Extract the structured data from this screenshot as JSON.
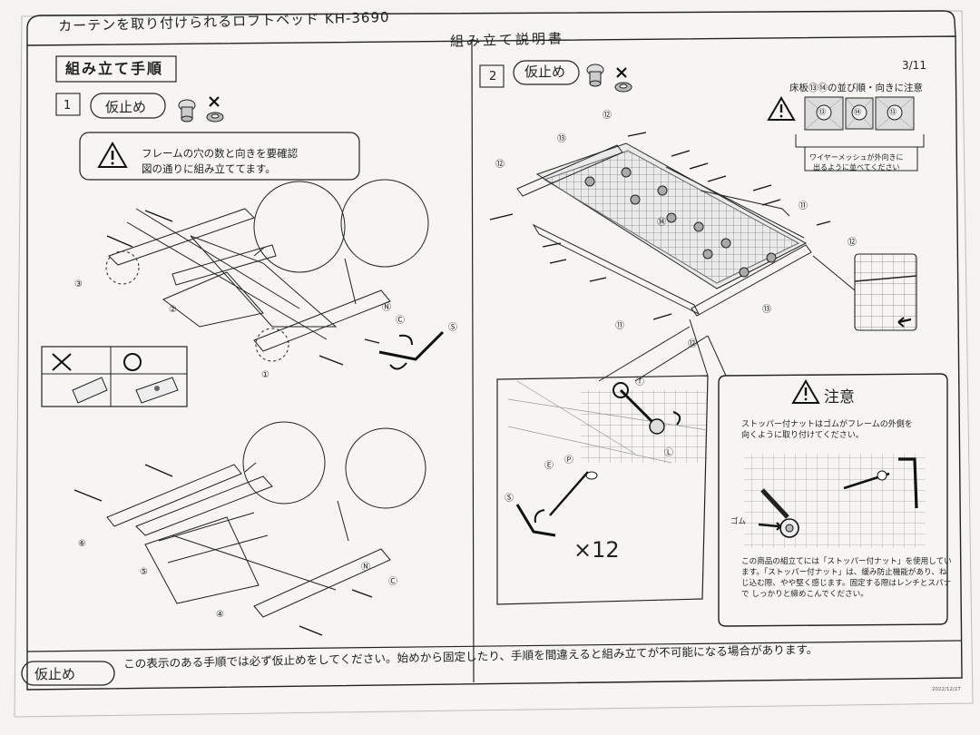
{
  "header": {
    "title": "カーテンを取り付けられるロフトベッド KH-3690",
    "doc_type": "組み立て説明書",
    "page": "3/11"
  },
  "section": {
    "heading": "組み立て手順"
  },
  "step1": {
    "number": "1",
    "badge": "仮止め",
    "warning_lines": [
      "フレームの穴の数と向きを要確認",
      "図の通りに組み立ててます。"
    ],
    "parts": [
      "①",
      "②",
      "③",
      "④",
      "⑤",
      "⑥"
    ],
    "hardware": [
      "Ⓝ",
      "Ⓒ",
      "Ⓢ"
    ]
  },
  "step2": {
    "number": "2",
    "badge": "仮止め",
    "floor_note": "床板⑬⑭の並び順・向きに注意",
    "floor_panels": [
      "⑬",
      "⑭",
      "⑬"
    ],
    "mesh_note": [
      "ワイヤーメッシュが外向きに",
      "出るように並べてください"
    ],
    "parts": [
      "⑪",
      "⑫",
      "⑬",
      "⑭"
    ],
    "hardware": [
      "Ⓣ",
      "Ⓛ",
      "Ⓔ",
      "Ⓟ",
      "Ⓢ"
    ],
    "multiplier": "×12"
  },
  "caution": {
    "title": "注意",
    "stopper_lines": [
      "ストッパー付ナットはゴムがフレームの外側を",
      "向くように取り付けてください。"
    ],
    "rubber_label": "ゴム",
    "note": "この商品の組立てには「ストッパー付ナット」を使用しています。「ストッパー付ナット」は、緩み防止機能があり、ねじ込む際、やや堅く感じます。固定する際はレンチとスパナで しっかりと締めこんでください。"
  },
  "footer": {
    "badge": "仮止め",
    "text": "この表示のある手順では必ず仮止めをしてください。始めから固定したり、手順を間違えると組み立てが不可能になる場合があります。",
    "date": "2022/12/27"
  }
}
